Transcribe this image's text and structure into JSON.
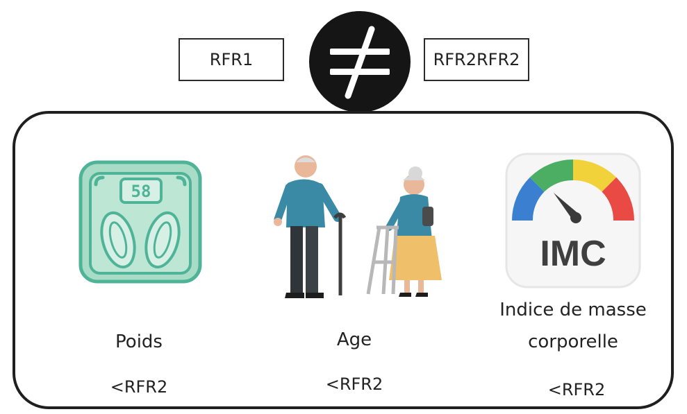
{
  "header": {
    "left_label": "RFR1",
    "right_label": "RFR2",
    "operator_icon": "not-equal-icon"
  },
  "factors": [
    {
      "icon": "weighing-scale-icon",
      "scale_display": "58",
      "label": "Poids",
      "condition": "<RFR2"
    },
    {
      "icon": "elderly-couple-icon",
      "label": "Age",
      "condition": "<RFR2"
    },
    {
      "icon": "bmi-gauge-icon",
      "icon_text": "IMC",
      "label_line1": "Indice de masse",
      "label_line2": "corporelle",
      "condition": "<RFR2"
    }
  ],
  "colors": {
    "scale_fill": "#a8dcc6",
    "scale_stroke": "#4fb497",
    "gauge_blue": "#3b7fd0",
    "gauge_green": "#4cae62",
    "gauge_yellow": "#f2d23a",
    "gauge_red": "#e94b44"
  }
}
